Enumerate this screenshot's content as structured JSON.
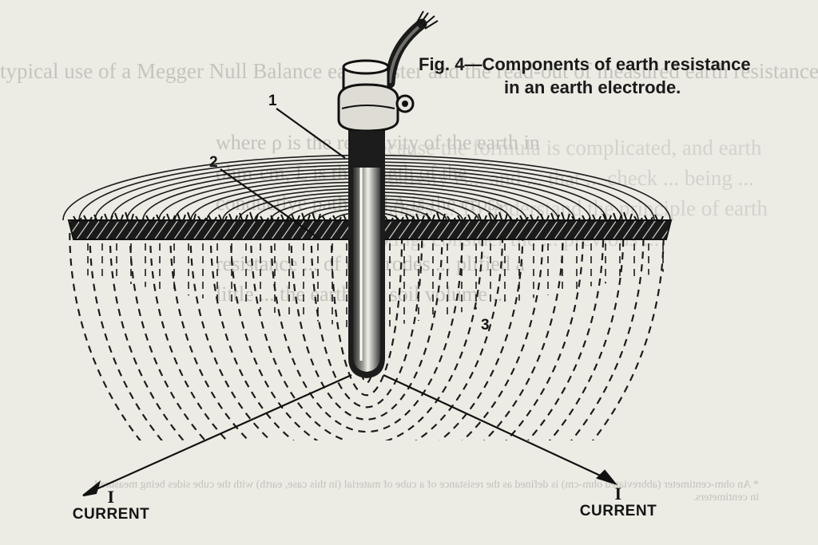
{
  "caption": {
    "line1": "Fig. 4—Components of earth resistance",
    "line2": "in an earth electrode."
  },
  "labels": {
    "one": "1",
    "two": "2",
    "three": "3"
  },
  "current_left": {
    "symbol": "I",
    "text": "CURRENT"
  },
  "current_right": {
    "symbol": "I",
    "text": "CURRENT"
  },
  "bleed_through": {
    "top": "typical use of a Megger Null Balance earth tester and the read-out of measured earth resistance.",
    "left": "where ρ is the resistivity of the earth in ohm-cm, L is the length of the conductive path, and A is the cross-sectional area. Megger ... rather than ... resistance ... of electrodes ... plified a little ... the earth's ... soil volume ...",
    "right": "Because the formula is complicated, and earth resistivity is... and ... that ... check ... being ... changes ... To understand the principle of earth testing, consider the ... previous ...",
    "foot": "* An ohm-centimeter (abbreviated ohm-cm) is defined as the resistance of a cube of material (in this case, earth) with the cube sides being measured in centimeters."
  }
}
